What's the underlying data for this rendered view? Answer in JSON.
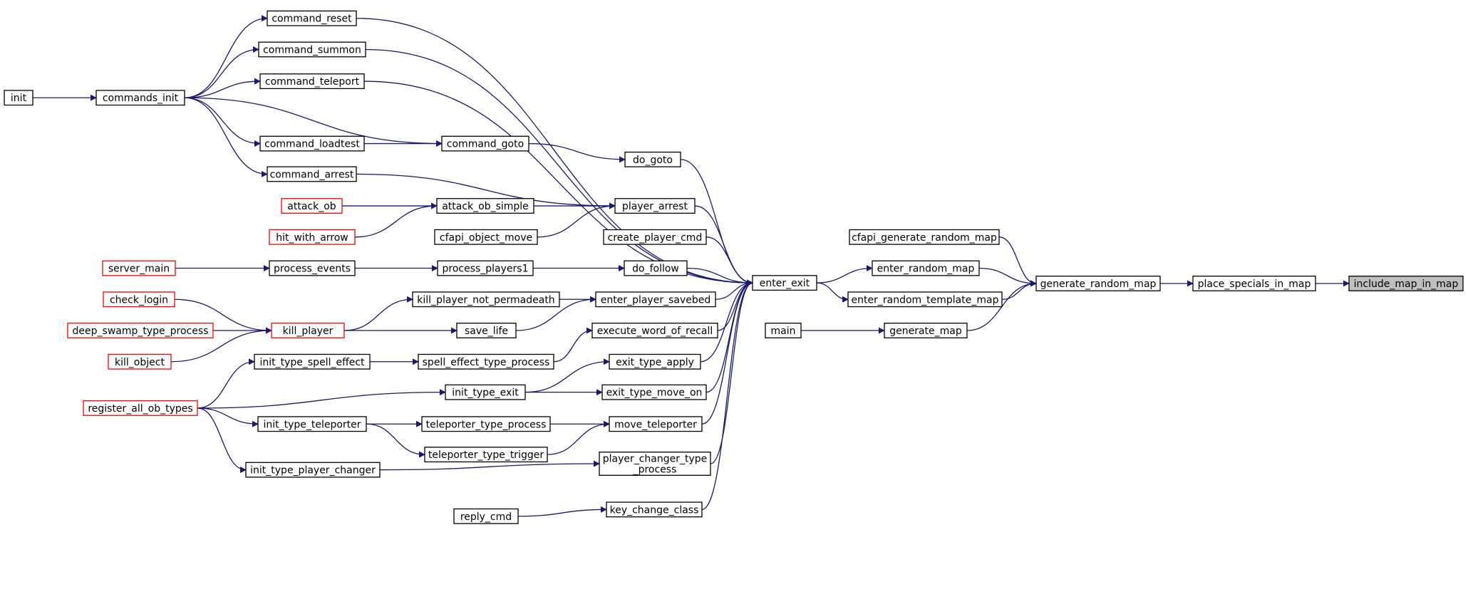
{
  "colors": {
    "edge": "#191970",
    "node_border": "#000000",
    "node_border_red": "#ff0000",
    "node_fill": "#ffffff",
    "focus_fill": "#bfbfbf"
  },
  "nodes": [
    {
      "id": "init",
      "label": "init",
      "style": "normal"
    },
    {
      "id": "commands_init",
      "label": "commands_init",
      "style": "normal"
    },
    {
      "id": "command_reset",
      "label": "command_reset",
      "style": "normal"
    },
    {
      "id": "command_summon",
      "label": "command_summon",
      "style": "normal"
    },
    {
      "id": "command_teleport",
      "label": "command_teleport",
      "style": "normal"
    },
    {
      "id": "command_loadtest",
      "label": "command_loadtest",
      "style": "normal"
    },
    {
      "id": "command_goto",
      "label": "command_goto",
      "style": "normal"
    },
    {
      "id": "command_arrest",
      "label": "command_arrest",
      "style": "normal"
    },
    {
      "id": "do_goto",
      "label": "do_goto",
      "style": "normal"
    },
    {
      "id": "attack_ob",
      "label": "attack_ob",
      "style": "red"
    },
    {
      "id": "hit_with_arrow",
      "label": "hit_with_arrow",
      "style": "red"
    },
    {
      "id": "attack_ob_simple",
      "label": "attack_ob_simple",
      "style": "normal"
    },
    {
      "id": "player_arrest",
      "label": "player_arrest",
      "style": "normal"
    },
    {
      "id": "cfapi_object_move",
      "label": "cfapi_object_move",
      "style": "normal"
    },
    {
      "id": "create_player_cmd",
      "label": "create_player_cmd",
      "style": "normal"
    },
    {
      "id": "server_main",
      "label": "server_main",
      "style": "red"
    },
    {
      "id": "process_events",
      "label": "process_events",
      "style": "normal"
    },
    {
      "id": "process_players1",
      "label": "process_players1",
      "style": "normal"
    },
    {
      "id": "do_follow",
      "label": "do_follow",
      "style": "normal"
    },
    {
      "id": "check_login",
      "label": "check_login",
      "style": "red"
    },
    {
      "id": "deep_swamp_type_process",
      "label": "deep_swamp_type_process",
      "style": "red"
    },
    {
      "id": "kill_object",
      "label": "kill_object",
      "style": "red"
    },
    {
      "id": "kill_player",
      "label": "kill_player",
      "style": "red"
    },
    {
      "id": "kill_player_not_permadeath",
      "label": "kill_player_not_permadeath",
      "style": "normal"
    },
    {
      "id": "enter_player_savebed",
      "label": "enter_player_savebed",
      "style": "normal"
    },
    {
      "id": "save_life",
      "label": "save_life",
      "style": "normal"
    },
    {
      "id": "execute_word_of_recall",
      "label": "execute_word_of_recall",
      "style": "normal"
    },
    {
      "id": "init_type_spell_effect",
      "label": "init_type_spell_effect",
      "style": "normal"
    },
    {
      "id": "spell_effect_type_process",
      "label": "spell_effect_type_process",
      "style": "normal"
    },
    {
      "id": "exit_type_apply",
      "label": "exit_type_apply",
      "style": "normal"
    },
    {
      "id": "register_all_ob_types",
      "label": "register_all_ob_types",
      "style": "red"
    },
    {
      "id": "init_type_exit",
      "label": "init_type_exit",
      "style": "normal"
    },
    {
      "id": "exit_type_move_on",
      "label": "exit_type_move_on",
      "style": "normal"
    },
    {
      "id": "init_type_teleporter",
      "label": "init_type_teleporter",
      "style": "normal"
    },
    {
      "id": "teleporter_type_process",
      "label": "teleporter_type_process",
      "style": "normal"
    },
    {
      "id": "move_teleporter",
      "label": "move_teleporter",
      "style": "normal"
    },
    {
      "id": "teleporter_type_trigger",
      "label": "teleporter_type_trigger",
      "style": "normal"
    },
    {
      "id": "init_type_player_changer",
      "label": "init_type_player_changer",
      "style": "normal"
    },
    {
      "id": "player_changer_type_process",
      "label": "player_changer_type\n_process",
      "style": "normal"
    },
    {
      "id": "reply_cmd",
      "label": "reply_cmd",
      "style": "normal"
    },
    {
      "id": "key_change_class",
      "label": "key_change_class",
      "style": "normal"
    },
    {
      "id": "enter_exit",
      "label": "enter_exit",
      "style": "normal"
    },
    {
      "id": "cfapi_generate_random_map",
      "label": "cfapi_generate_random_map",
      "style": "normal"
    },
    {
      "id": "enter_random_map",
      "label": "enter_random_map",
      "style": "normal"
    },
    {
      "id": "enter_random_template_map",
      "label": "enter_random_template_map",
      "style": "normal"
    },
    {
      "id": "main",
      "label": "main",
      "style": "normal"
    },
    {
      "id": "generate_map",
      "label": "generate_map",
      "style": "normal"
    },
    {
      "id": "generate_random_map",
      "label": "generate_random_map",
      "style": "normal"
    },
    {
      "id": "place_specials_in_map",
      "label": "place_specials_in_map",
      "style": "normal"
    },
    {
      "id": "include_map_in_map",
      "label": "include_map_in_map",
      "style": "focus"
    }
  ],
  "edges": [
    [
      "init",
      "commands_init"
    ],
    [
      "commands_init",
      "command_reset"
    ],
    [
      "commands_init",
      "command_summon"
    ],
    [
      "commands_init",
      "command_teleport"
    ],
    [
      "commands_init",
      "command_loadtest"
    ],
    [
      "commands_init",
      "command_goto"
    ],
    [
      "commands_init",
      "command_arrest"
    ],
    [
      "command_loadtest",
      "command_goto"
    ],
    [
      "command_goto",
      "do_goto"
    ],
    [
      "command_arrest",
      "player_arrest"
    ],
    [
      "attack_ob",
      "attack_ob_simple"
    ],
    [
      "hit_with_arrow",
      "attack_ob_simple"
    ],
    [
      "attack_ob_simple",
      "player_arrest"
    ],
    [
      "cfapi_object_move",
      "player_arrest"
    ],
    [
      "server_main",
      "process_events"
    ],
    [
      "process_events",
      "process_players1"
    ],
    [
      "process_players1",
      "do_follow"
    ],
    [
      "check_login",
      "kill_player"
    ],
    [
      "deep_swamp_type_process",
      "kill_player"
    ],
    [
      "kill_object",
      "kill_player"
    ],
    [
      "kill_player",
      "kill_player_not_permadeath"
    ],
    [
      "kill_player",
      "save_life"
    ],
    [
      "kill_player_not_permadeath",
      "enter_player_savebed"
    ],
    [
      "save_life",
      "enter_player_savebed"
    ],
    [
      "register_all_ob_types",
      "init_type_spell_effect"
    ],
    [
      "register_all_ob_types",
      "init_type_exit"
    ],
    [
      "register_all_ob_types",
      "init_type_teleporter"
    ],
    [
      "register_all_ob_types",
      "init_type_player_changer"
    ],
    [
      "init_type_spell_effect",
      "spell_effect_type_process"
    ],
    [
      "spell_effect_type_process",
      "execute_word_of_recall"
    ],
    [
      "init_type_exit",
      "exit_type_apply"
    ],
    [
      "init_type_exit",
      "exit_type_move_on"
    ],
    [
      "init_type_teleporter",
      "teleporter_type_process"
    ],
    [
      "init_type_teleporter",
      "teleporter_type_trigger"
    ],
    [
      "teleporter_type_process",
      "move_teleporter"
    ],
    [
      "teleporter_type_trigger",
      "move_teleporter"
    ],
    [
      "init_type_player_changer",
      "player_changer_type_process"
    ],
    [
      "reply_cmd",
      "key_change_class"
    ],
    [
      "command_reset",
      "enter_exit"
    ],
    [
      "command_summon",
      "enter_exit"
    ],
    [
      "command_teleport",
      "enter_exit"
    ],
    [
      "do_goto",
      "enter_exit"
    ],
    [
      "player_arrest",
      "enter_exit"
    ],
    [
      "create_player_cmd",
      "enter_exit"
    ],
    [
      "do_follow",
      "enter_exit"
    ],
    [
      "enter_player_savebed",
      "enter_exit"
    ],
    [
      "execute_word_of_recall",
      "enter_exit"
    ],
    [
      "exit_type_apply",
      "enter_exit"
    ],
    [
      "exit_type_move_on",
      "enter_exit"
    ],
    [
      "move_teleporter",
      "enter_exit"
    ],
    [
      "player_changer_type_process",
      "enter_exit"
    ],
    [
      "key_change_class",
      "enter_exit"
    ],
    [
      "enter_exit",
      "enter_random_map"
    ],
    [
      "enter_exit",
      "enter_random_template_map"
    ],
    [
      "main",
      "generate_map"
    ],
    [
      "cfapi_generate_random_map",
      "generate_random_map"
    ],
    [
      "enter_random_map",
      "generate_random_map"
    ],
    [
      "enter_random_template_map",
      "generate_random_map"
    ],
    [
      "generate_map",
      "generate_random_map"
    ],
    [
      "generate_random_map",
      "place_specials_in_map"
    ],
    [
      "place_specials_in_map",
      "include_map_in_map"
    ]
  ]
}
